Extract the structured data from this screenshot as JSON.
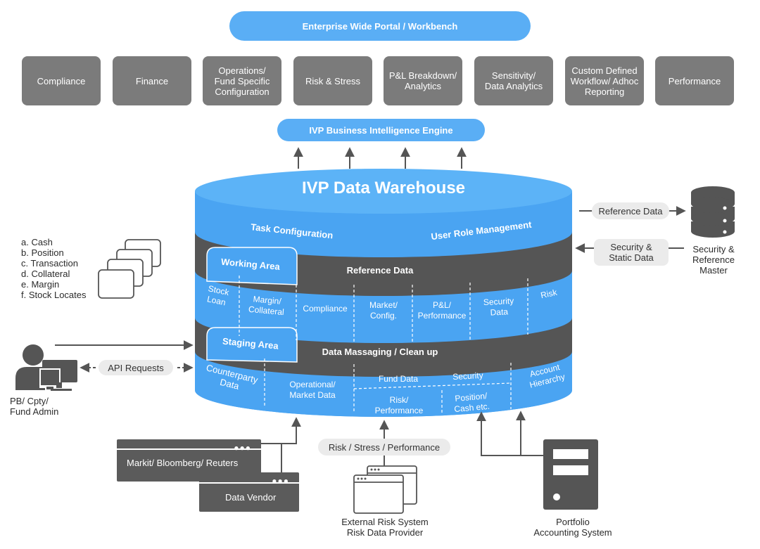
{
  "portal": {
    "label": "Enterprise Wide Portal / Workbench"
  },
  "modules": [
    "Compliance",
    "Finance",
    "Operations/\nFund Specific\nConfiguration",
    "Risk & Stress",
    "P&L Breakdown/\nAnalytics",
    "Sensitivity/\nData Analytics",
    "Custom Defined\nWorkflow/ Adhoc\nReporting",
    "Performance"
  ],
  "bi_engine": {
    "label": "IVP Business Intelligence Engine"
  },
  "warehouse": {
    "title": "IVP Data Warehouse",
    "task_configuration": "Task Configuration",
    "user_role_management": "User Role Management",
    "working_area": "Working Area",
    "reference_data": "Reference Data",
    "working_cells": [
      "Stock\nLoan",
      "Margin/\nCollateral",
      "Compliance",
      "Market/\nConfig.",
      "P&L/\nPerformance",
      "Security\nData",
      "Risk"
    ],
    "staging_area": "Staging Area",
    "data_massaging": "Data Massaging / Clean up",
    "staging_cells": {
      "counterparty": "Counterparty\nData",
      "operational": "Operational/\nMarket Data",
      "fund_data": "Fund Data",
      "security": "Security",
      "risk_performance": "Risk/\nPerformance",
      "position_cash": "Position/\nCash etc.",
      "account_hierarchy": "Account\nHierarchy"
    }
  },
  "right_side": {
    "reference_data_chip": "Reference Data",
    "security_static_chip": "Security &\nStatic Data",
    "master_label": "Security &\nReference\nMaster"
  },
  "left_side": {
    "list": [
      "a. Cash",
      "b. Position",
      "c. Transaction",
      "d. Collateral",
      "e. Margin",
      "f. Stock Locates"
    ],
    "api_requests": "API Requests",
    "user_label": "PB/ Cpty/\nFund Admin"
  },
  "bottom": {
    "vendor_bar_1": "Markit/ Bloomberg/ Reuters",
    "vendor_bar_2": "Data Vendor",
    "dots": "●●●",
    "risk_chip": "Risk / Stress / Performance",
    "external_label": "External Risk System\nRisk Data Provider",
    "portfolio_label": "Portfolio\nAccounting System"
  },
  "colors": {
    "blue": "#5aaef5",
    "blue_dark": "#3f97e6",
    "dark_gray": "#555555",
    "mid_gray": "#7b7b7b",
    "chip_gray": "#ebebeb"
  }
}
